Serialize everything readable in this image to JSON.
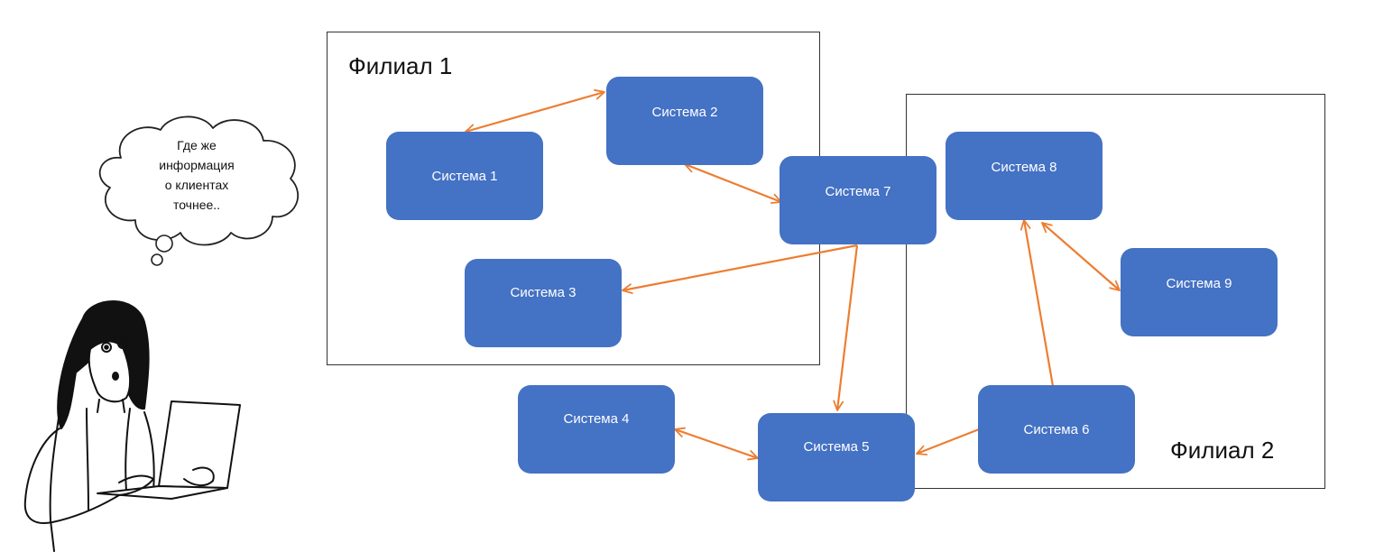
{
  "branches": [
    {
      "id": "branch1",
      "label": "Филиал 1"
    },
    {
      "id": "branch2",
      "label": "Филиал 2"
    }
  ],
  "systems": [
    {
      "id": "s1",
      "label": "Система 1"
    },
    {
      "id": "s2",
      "label": "Система 2"
    },
    {
      "id": "s3",
      "label": "Система 3"
    },
    {
      "id": "s4",
      "label": "Система 4"
    },
    {
      "id": "s5",
      "label": "Система 5"
    },
    {
      "id": "s6",
      "label": "Система 6"
    },
    {
      "id": "s7",
      "label": "Система 7"
    },
    {
      "id": "s8",
      "label": "Система 8"
    },
    {
      "id": "s9",
      "label": "Система 9"
    }
  ],
  "connections": [
    {
      "from": "s1",
      "to": "s2",
      "direction": "both"
    },
    {
      "from": "s2",
      "to": "s7",
      "direction": "both"
    },
    {
      "from": "s7",
      "to": "s3",
      "direction": "forward"
    },
    {
      "from": "s7",
      "to": "s5",
      "direction": "forward"
    },
    {
      "from": "s4",
      "to": "s5",
      "direction": "both"
    },
    {
      "from": "s6",
      "to": "s5",
      "direction": "forward"
    },
    {
      "from": "s6",
      "to": "s8",
      "direction": "forward"
    },
    {
      "from": "s8",
      "to": "s9",
      "direction": "both"
    }
  ],
  "thought": {
    "lines": [
      "Где же",
      "информация",
      "о клиентах",
      "точнее.."
    ]
  },
  "colors": {
    "system_fill": "#4472c4",
    "arrow": "#ed7d31",
    "border": "#333333"
  }
}
